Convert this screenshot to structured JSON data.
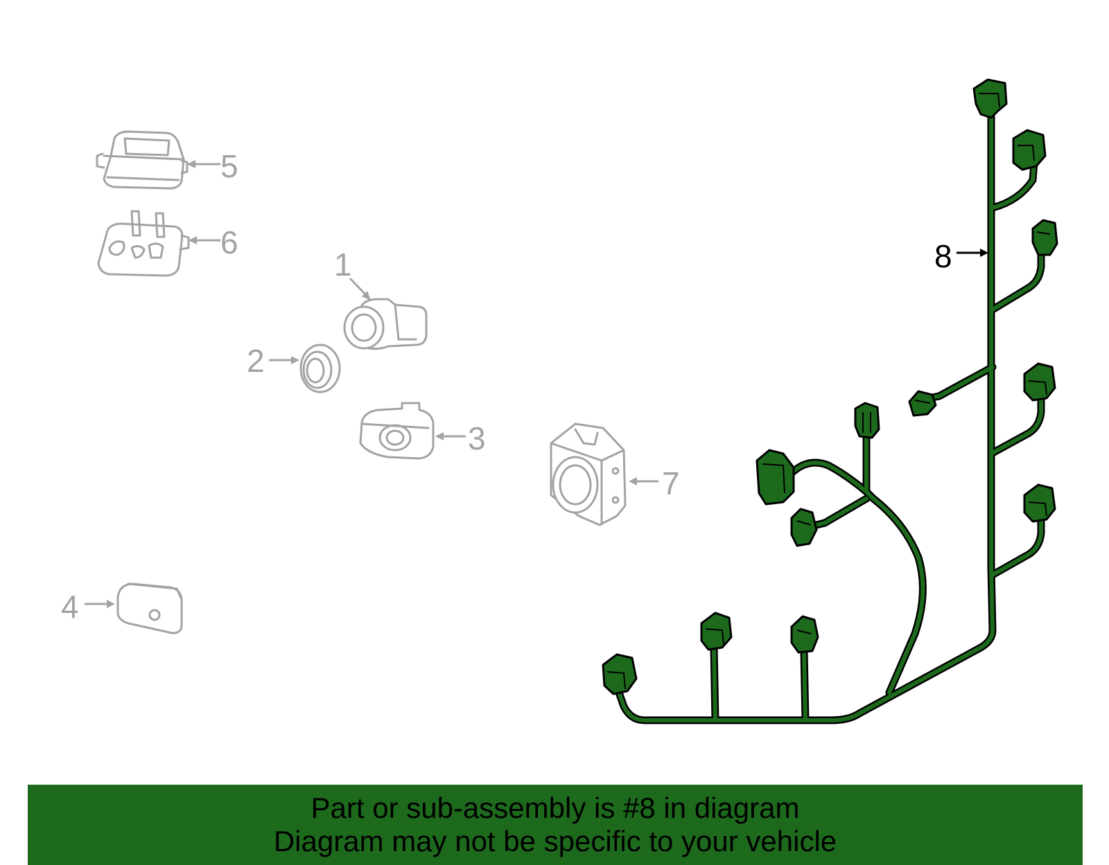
{
  "callouts": {
    "c1": "1",
    "c2": "2",
    "c3": "3",
    "c4": "4",
    "c5": "5",
    "c6": "6",
    "c7": "7",
    "c8": "8"
  },
  "banner": {
    "line1": "Part or sub-assembly is #8 in diagram",
    "line2": "Diagram may not be specific to your vehicle"
  },
  "colors": {
    "highlight": "#1d6a1d",
    "part_outline": "#a3a3a3"
  }
}
